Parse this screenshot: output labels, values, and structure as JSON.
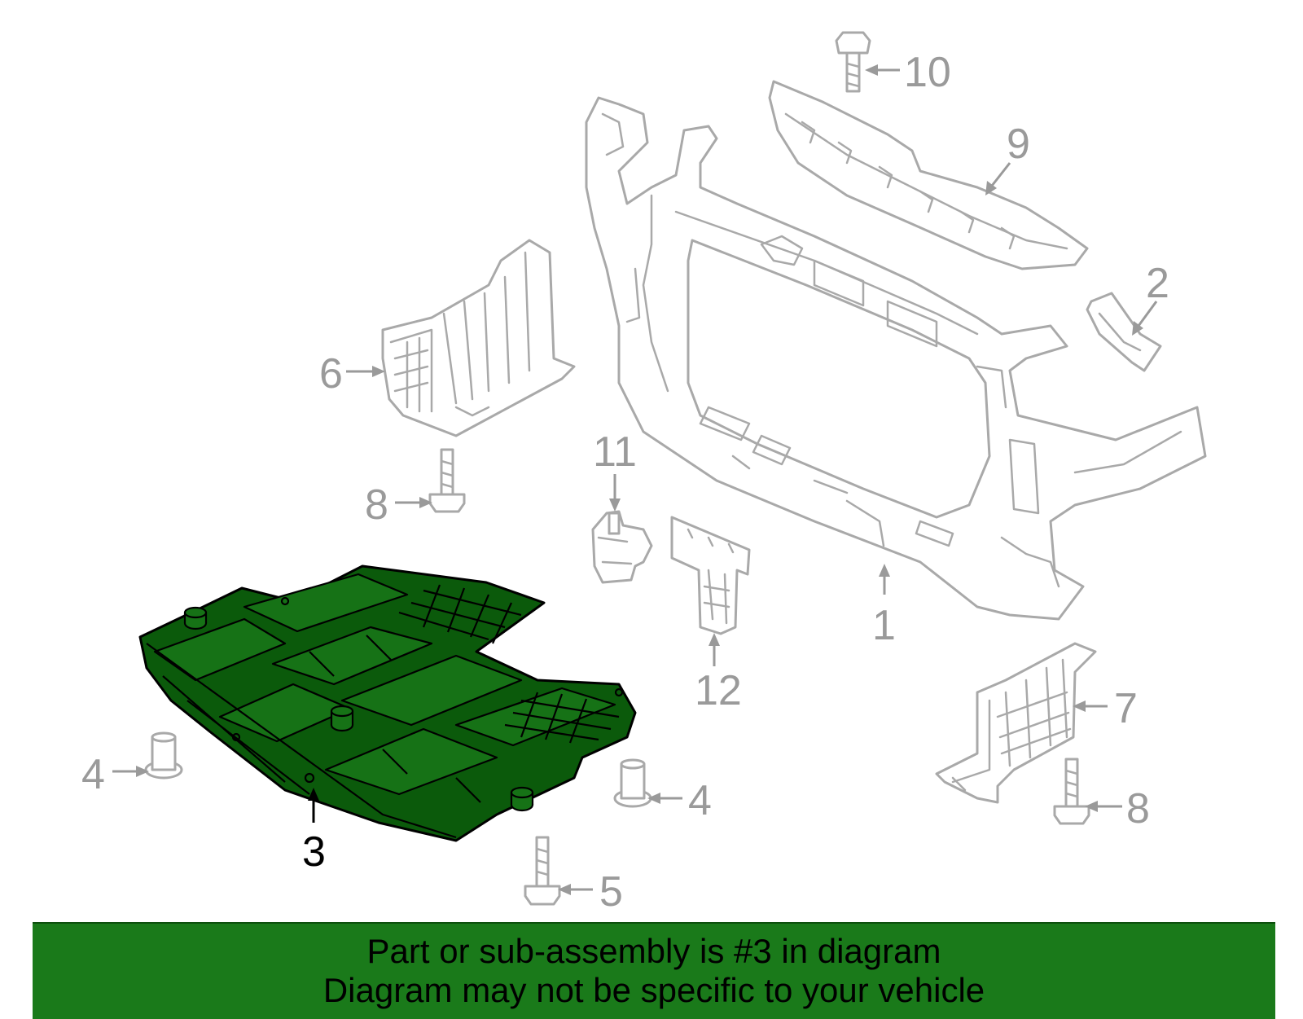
{
  "callouts": {
    "c1": "1",
    "c2": "2",
    "c3": "3",
    "c4a": "4",
    "c4b": "4",
    "c5": "5",
    "c6": "6",
    "c7": "7",
    "c8a": "8",
    "c8b": "8",
    "c9": "9",
    "c10": "10",
    "c11": "11",
    "c12": "12"
  },
  "highlighted_part": "3",
  "colors": {
    "highlight_fill": "#0b5a0b",
    "banner_background": "#1a7a1a",
    "part_outline": "#a9a9a9",
    "callout_text": "#9a9a9a"
  },
  "banner": {
    "line1": "Part or sub-assembly is #3 in diagram",
    "line2": "Diagram may not be specific to your vehicle"
  }
}
